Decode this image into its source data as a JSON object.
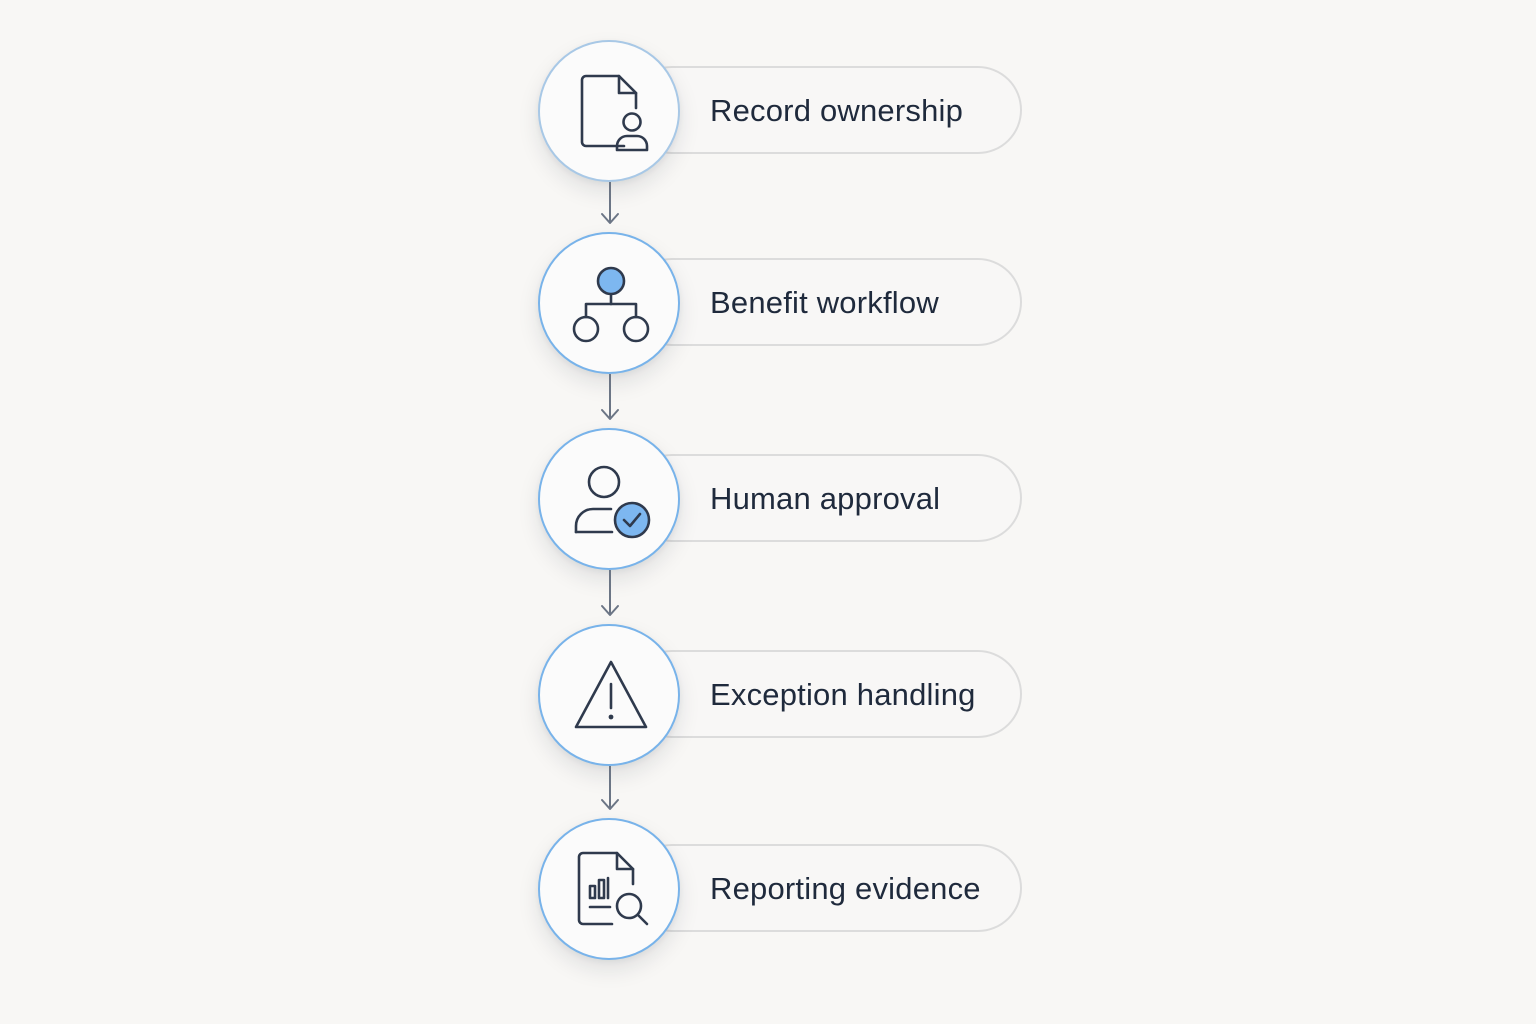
{
  "colors": {
    "background": "#f8f7f5",
    "accent": "#78b3ea",
    "accent_fill": "#7db7f0",
    "icon_stroke": "#2f3a4d",
    "label_text": "#1f2a3c",
    "connector": "#6b7585"
  },
  "steps": [
    {
      "label": "Record ownership",
      "icon": "document-user-icon"
    },
    {
      "label": "Benefit workflow",
      "icon": "workflow-hierarchy-icon"
    },
    {
      "label": "Human approval",
      "icon": "user-check-icon"
    },
    {
      "label": "Exception handling",
      "icon": "warning-triangle-icon"
    },
    {
      "label": "Reporting evidence",
      "icon": "report-search-icon"
    }
  ]
}
